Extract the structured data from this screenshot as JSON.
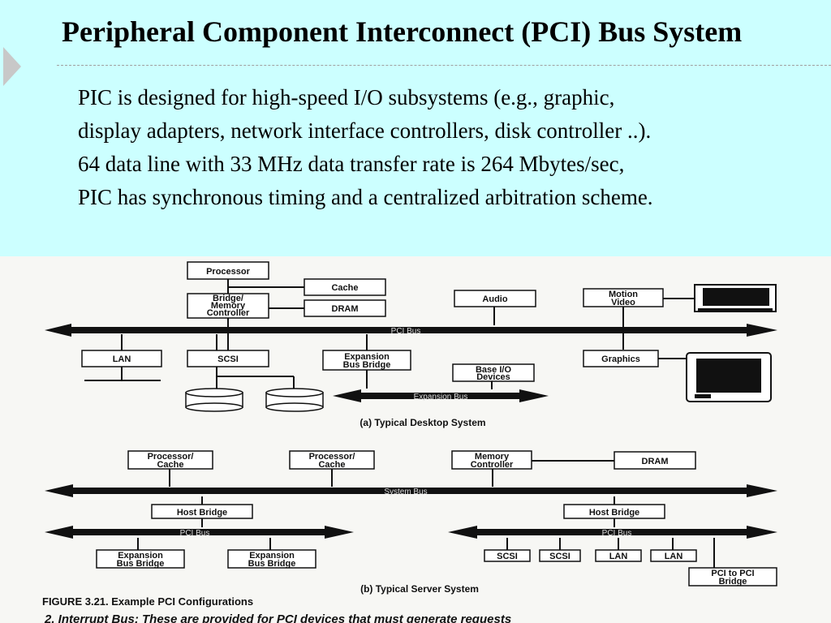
{
  "slide": {
    "title": "Peripheral Component Interconnect (PCI) Bus System",
    "bullets": [
      "PIC is designed for high-speed I/O subsystems (e.g., graphic,",
      "display adapters, network interface controllers, disk controller ..).",
      "64 data line with 33 MHz data transfer rate is 264 Mbytes/sec,",
      "PIC has synchronous timing and a centralized arbitration scheme."
    ]
  },
  "figure": {
    "desktop": {
      "processor": "Processor",
      "cache": "Cache",
      "bridge": [
        "Bridge/",
        "Memory",
        "Controller"
      ],
      "dram": "DRAM",
      "audio": "Audio",
      "motion_video": [
        "Motion",
        "Video"
      ],
      "pci_bus": "PCI Bus",
      "lan": "LAN",
      "scsi": "SCSI",
      "expansion_bridge": [
        "Expansion",
        "Bus Bridge"
      ],
      "base_io": [
        "Base I/O",
        "Devices"
      ],
      "graphics": "Graphics",
      "expansion_bus": "Expansion Bus",
      "caption": "(a) Typical Desktop System"
    },
    "server": {
      "proc_cache_1": [
        "Processor/",
        "Cache"
      ],
      "proc_cache_2": [
        "Processor/",
        "Cache"
      ],
      "mem_controller": [
        "Memory",
        "Controller"
      ],
      "dram": "DRAM",
      "system_bus": "System Bus",
      "host_bridge_1": "Host Bridge",
      "host_bridge_2": "Host Bridge",
      "pci_bus_1": "PCI Bus",
      "pci_bus_2": "PCI Bus",
      "exp_bridge_1": [
        "Expansion",
        "Bus Bridge"
      ],
      "exp_bridge_2": [
        "Expansion",
        "Bus Bridge"
      ],
      "scsi_1": "SCSI",
      "scsi_2": "SCSI",
      "lan_1": "LAN",
      "lan_2": "LAN",
      "pci_to_pci": [
        "PCI to PCI",
        "Bridge"
      ],
      "caption": "(b) Typical Server System"
    },
    "figure_caption": "FIGURE 3.21.  Example PCI Configurations",
    "footer_fragment": "2. Interrupt Bus: These are provided for PCI devices that must generate requests"
  },
  "colors": {
    "header_bg": "#ccffff",
    "figure_bg": "#f7f7f4"
  }
}
